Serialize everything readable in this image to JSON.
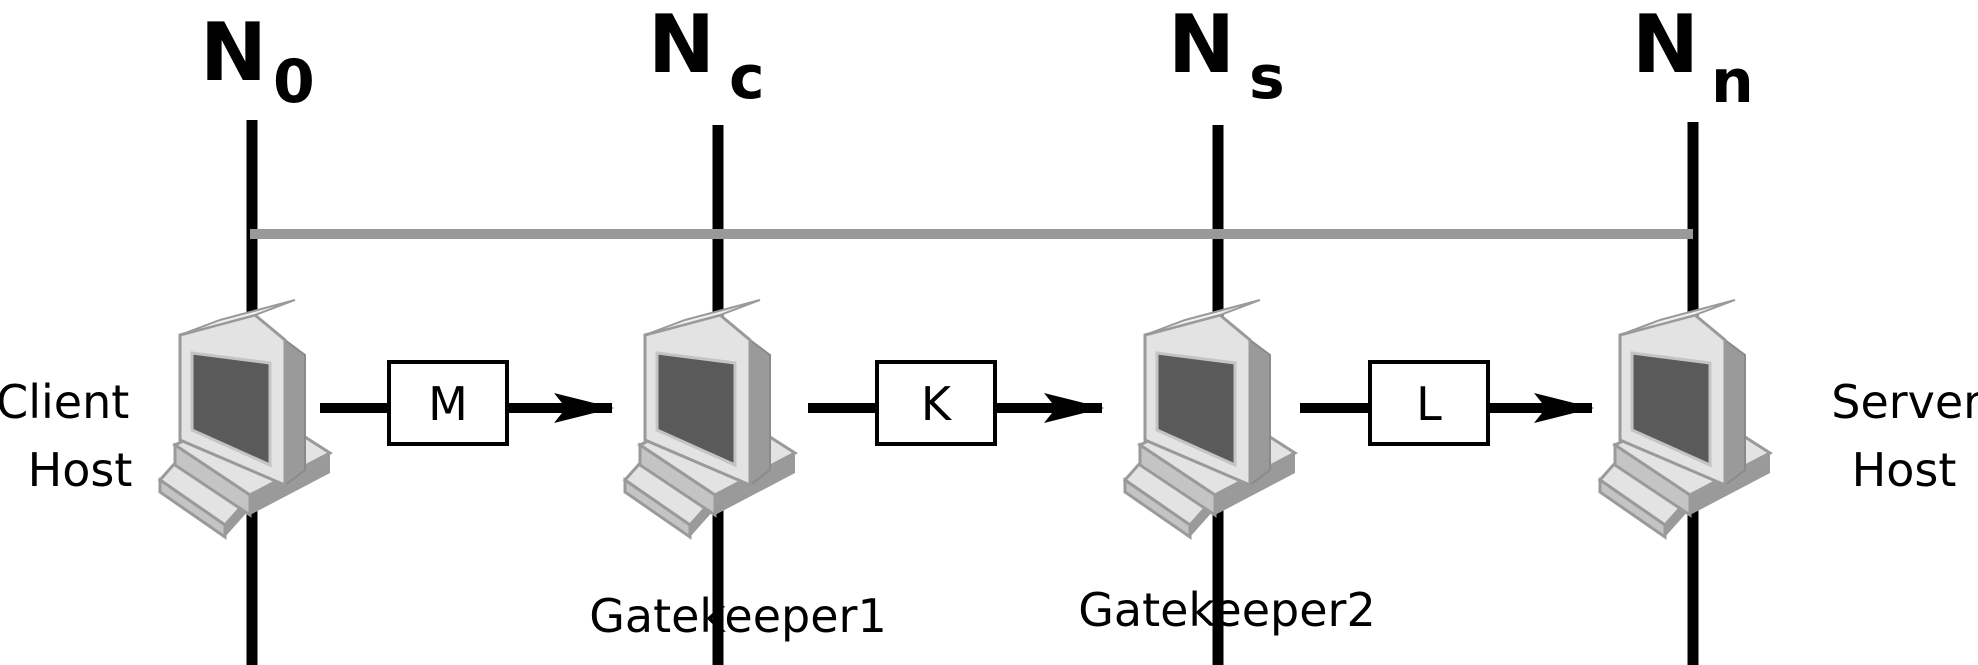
{
  "nodes": [
    {
      "main": "N",
      "sub": "0"
    },
    {
      "main": "N",
      "sub": "c"
    },
    {
      "main": "N",
      "sub": "s"
    },
    {
      "main": "N",
      "sub": "n"
    }
  ],
  "labels": {
    "client_line1": "Client",
    "client_line2": "Host",
    "server_line1": "Server",
    "server_line2": "Host",
    "gatekeeper1": "Gatekeeper1",
    "gatekeeper2": "Gatekeeper2"
  },
  "messages": [
    "M",
    "K",
    "L"
  ],
  "colors": {
    "line": "#000000",
    "connector": "#999999",
    "computer_light": "#e3e3e3",
    "computer_mid": "#c4c4c4",
    "computer_dark": "#9a9a9a",
    "screen": "#5a5a5a"
  }
}
